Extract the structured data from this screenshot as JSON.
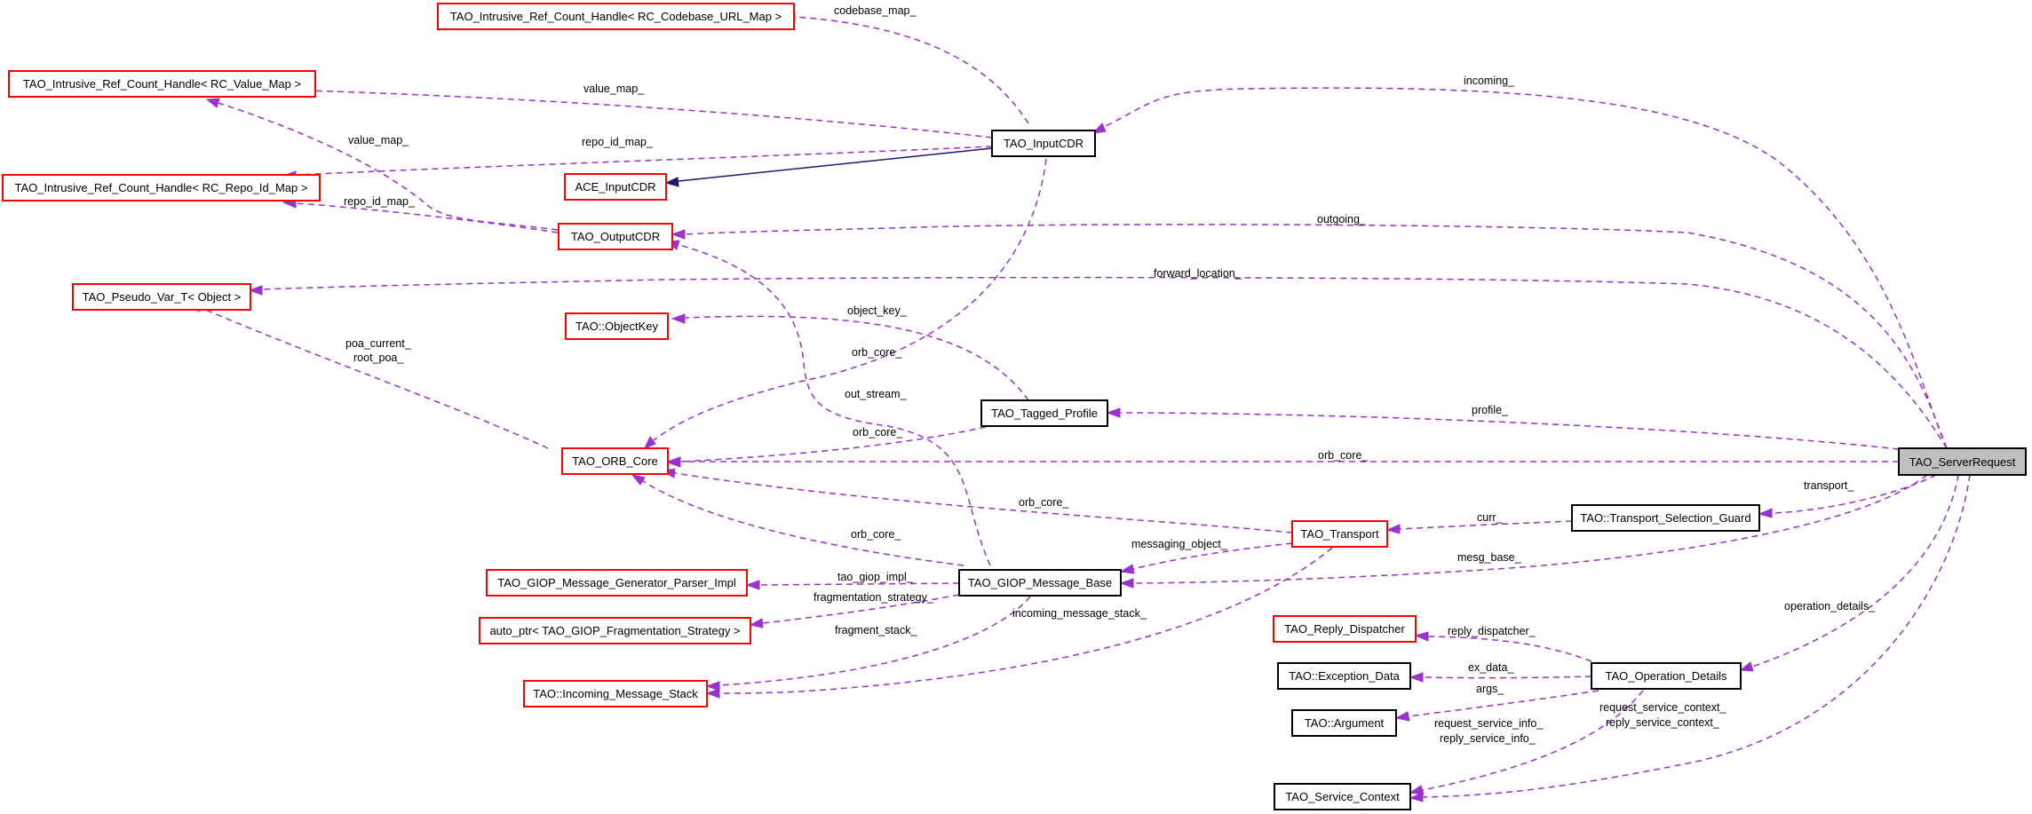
{
  "diagram": {
    "colors": {
      "edge_dashed": "#9a32cd",
      "edge_inherit": "#191970",
      "node_red_border": "#ff0000",
      "node_black_border": "#000000",
      "focus_fill": "#bfbfbf"
    },
    "nodes": {
      "server_request": "TAO_ServerRequest",
      "codebase_handle": "TAO_Intrusive_Ref_Count_Handle< RC_Codebase_URL_Map >",
      "value_handle": "TAO_Intrusive_Ref_Count_Handle< RC_Value_Map >",
      "repo_handle": "TAO_Intrusive_Ref_Count_Handle< RC_Repo_Id_Map >",
      "input_cdr": "TAO_InputCDR",
      "ace_input_cdr": "ACE_InputCDR",
      "output_cdr": "TAO_OutputCDR",
      "pseudo_var": "TAO_Pseudo_Var_T< Object >",
      "object_key": "TAO::ObjectKey",
      "tagged_profile": "TAO_Tagged_Profile",
      "orb_core": "TAO_ORB_Core",
      "transport": "TAO_Transport",
      "transport_guard": "TAO::Transport_Selection_Guard",
      "giop_parser": "TAO_GIOP_Message_Generator_Parser_Impl",
      "giop_base": "TAO_GIOP_Message_Base",
      "frag_strategy": "auto_ptr< TAO_GIOP_Fragmentation_Strategy >",
      "incoming_stack": "TAO::Incoming_Message_Stack",
      "reply_dispatcher": "TAO_Reply_Dispatcher",
      "exception_data": "TAO::Exception_Data",
      "argument": "TAO::Argument",
      "operation_details": "TAO_Operation_Details",
      "service_context": "TAO_Service_Context"
    },
    "edge_labels": {
      "codebase_map": "codebase_map_",
      "value_map_1": "value_map_",
      "value_map_2": "value_map_",
      "repo_id_map_1": "repo_id_map_",
      "repo_id_map_2": "repo_id_map_",
      "incoming": "incoming_",
      "outgoing": "outgoing_",
      "forward_location": "forward_location_",
      "poa_current": "poa_current_",
      "root_poa": "root_poa_",
      "object_key": "object_key_",
      "orb_core_1": "orb_core_",
      "orb_core_2": "orb_core_",
      "orb_core_3": "orb_core_",
      "orb_core_4": "orb_core_",
      "orb_core_5": "orb_core_",
      "out_stream": "out_stream_",
      "profile": "profile_",
      "transport": "transport_",
      "curr": "curr_",
      "messaging_object": "messaging_object_",
      "mesg_base": "mesg_base_",
      "tao_giop_impl": "tao_giop_impl_",
      "fragmentation_strategy": "fragmentation_strategy_",
      "fragment_stack": "fragment_stack_",
      "incoming_message_stack": "incoming_message_stack_",
      "operation_details": "operation_details_",
      "reply_dispatcher": "reply_dispatcher_",
      "ex_data": "ex_data_",
      "args": "args_",
      "request_service_context": "request_service_context_",
      "reply_service_context": "reply_service_context_",
      "request_service_info": "request_service_info_",
      "reply_service_info": "reply_service_info_"
    }
  }
}
